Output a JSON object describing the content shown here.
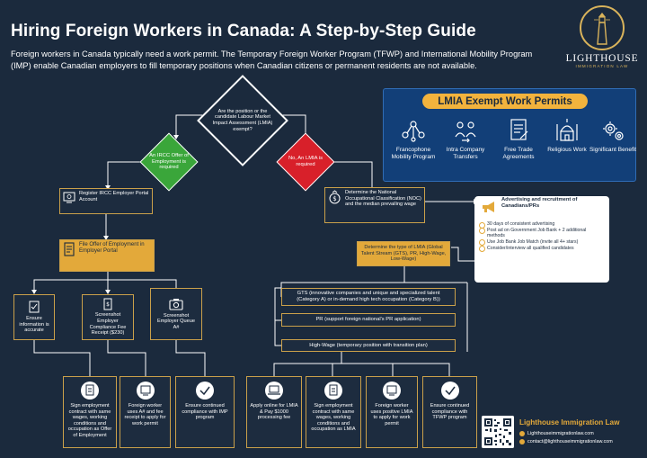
{
  "header": {
    "title": "Hiring Foreign Workers in Canada: A Step-by-Step Guide",
    "intro": "Foreign workers in Canada typically need a work permit. The Temporary Foreign Worker Program (TFWP) and International Mobility Program (IMP) enable Canadian employers to fill temporary positions when Canadian citizens or permanent residents are not available."
  },
  "logo": {
    "name": "LIGHTHOUSE",
    "subtitle": "IMMIGRATION LAW"
  },
  "decision": {
    "question": "Are the position or the candidate Labour Market Impact Assessment (LMIA) exempt?"
  },
  "imp_branch": {
    "diamond": "An IRCC Offer of Employment is required",
    "register": "Register IRCC Employer Portal Account",
    "file_offer": "File Offer of Employment in Employer Portal",
    "ensure_info": "Ensure information is accurate",
    "screenshot_fee": "Screenshot Employer Compliance Fee Receipt ($230)",
    "screenshot_queue": "Screenshot Employer Queue A#"
  },
  "lmia_branch": {
    "diamond": "No, An LMIA is required",
    "noc": "Determine the National Occupational Classification (NOC) and the median prevailing wage",
    "determine_type": "Determine the type of LMIA (Global Talent Stream (GTS), PR, High-Wage, Low-Wage)",
    "gts": "GTS (innovative companies and unique and specialized talent (Category A) or in-demand high tech occupation (Category B))",
    "pr": "PR (support foreign national's PR application)",
    "high_wage": "High-Wage (temporary position with transition plan)"
  },
  "advertising": {
    "title": "Advertising and recruitment of Canadians/PRs",
    "items": [
      "30 days of consistent advertising",
      "Post ad on Government Job Bank + 2 additional methods",
      "Use Job Bank Job Match (invite all 4+ stars)",
      "Consider/interview all qualified candidates"
    ]
  },
  "exempt_panel": {
    "title": "LMIA Exempt Work Permits",
    "items": [
      {
        "label": "Francophone Mobility Program",
        "icon": "network-icon"
      },
      {
        "label": "Intra Company Transfers",
        "icon": "people-transfer-icon"
      },
      {
        "label": "Free Trade Agreements",
        "icon": "document-icon"
      },
      {
        "label": "Religious Work",
        "icon": "mosque-icon"
      },
      {
        "label": "Significant Benefit",
        "icon": "gears-icon"
      }
    ]
  },
  "bottom_boxes": [
    "Sign employment contract with same wages, working conditions and occupation as Offer of Employment",
    "Foreign worker uses A# and fee receipt to apply for work permit",
    "Ensure continued compliance with IMP program",
    "Apply online for LMIA & Pay $1000 processing fee",
    "Sign employment contract with same wages, working conditions and occupation as LMIA",
    "Foreign worker uses positive LMIA to apply for work permit",
    "Ensure continued compliance with TFWP program"
  ],
  "footer": {
    "name": "Lighthouse Immigration Law",
    "website": "Lighthouseimmigrationlaw.com",
    "email": "contact@lighthouseimmigrationlaw.com"
  },
  "colors": {
    "background": "#1b2a3d",
    "gold": "#e3a93a",
    "green": "#3aa63a",
    "red": "#d8202a",
    "panel_blue": "#123f78"
  }
}
